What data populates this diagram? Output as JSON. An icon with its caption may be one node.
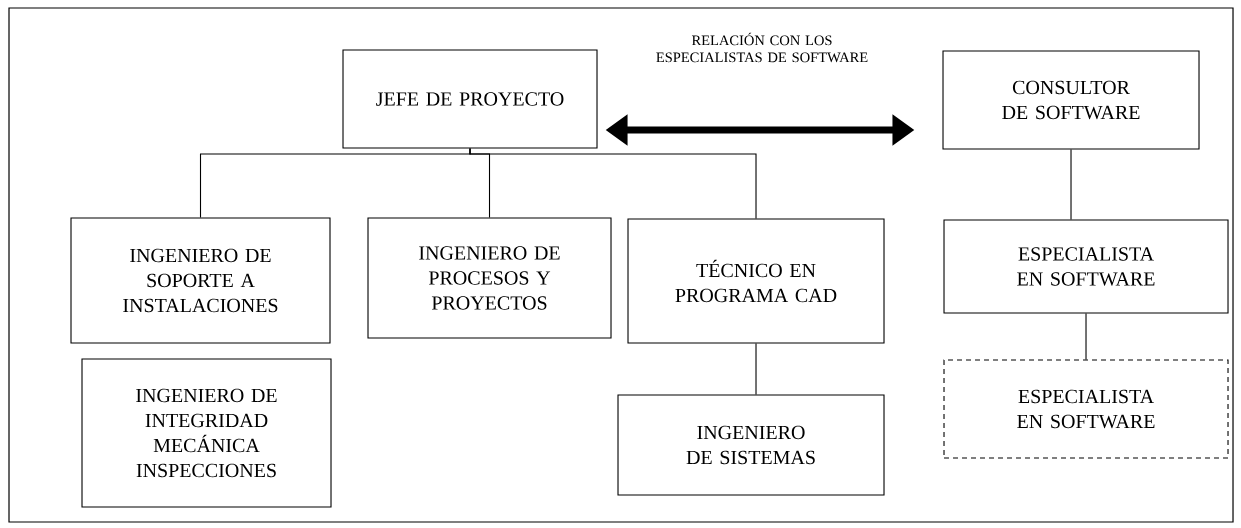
{
  "diagram": {
    "nodes": [
      {
        "text": [
          "JEFE DE PROYECTO"
        ]
      },
      {
        "text": [
          "CONSULTOR DE SOFTWARE"
        ]
      },
      {
        "text": [
          "INGENIERO DE SOPORTE A INSTALACIONES"
        ]
      },
      {
        "text": [
          "INGENIERO DE PROCESOS Y PROYECTOS"
        ]
      },
      {
        "text": [
          "TÉCNICO EN PROGRAMA CAD"
        ]
      },
      {
        "text": [
          "ESPECIALISTA EN SOFTWARE"
        ]
      },
      {
        "text": [
          "INGENIERO DE INTEGRIDAD MECÁNICA INSPECCIONES"
        ]
      },
      {
        "text": [
          "INGENIERO DE SISTEMAS"
        ]
      },
      {
        "text": [
          "ESPECIALISTA EN SOFTWARE"
        ]
      }
    ],
    "edges": [
      {
        "from": 0,
        "to": 1,
        "arrow": "both",
        "style": "thick",
        "label": "RELACIÓN CON LOS ESPECIALISTAS DE SOFTWARE"
      },
      {
        "from": 0,
        "to": 2,
        "arrow": "none"
      },
      {
        "from": 0,
        "to": 3,
        "arrow": "none"
      },
      {
        "from": 0,
        "to": 4,
        "arrow": "none"
      },
      {
        "from": 4,
        "to": 7,
        "arrow": "none"
      },
      {
        "from": 1,
        "to": 5,
        "arrow": "none"
      },
      {
        "from": 5,
        "to": 8,
        "arrow": "none"
      }
    ]
  }
}
